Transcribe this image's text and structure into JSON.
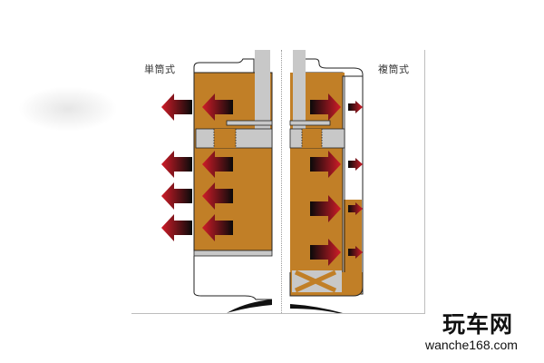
{
  "diagram": {
    "title_left": "単筒式",
    "title_right": "複筒式",
    "colors": {
      "oil": "#c17f27",
      "rod": "#c8c8c8",
      "outline": "#222222",
      "arrow_dark": "#111111",
      "arrow_red": "#d01c28"
    },
    "left_arrows_outer": 4,
    "left_arrows_inner": 4,
    "right_arrows_inner": 4,
    "right_arrows_outer": 4
  },
  "brand": {
    "name": "玩车网",
    "url": "wanche168.com"
  }
}
